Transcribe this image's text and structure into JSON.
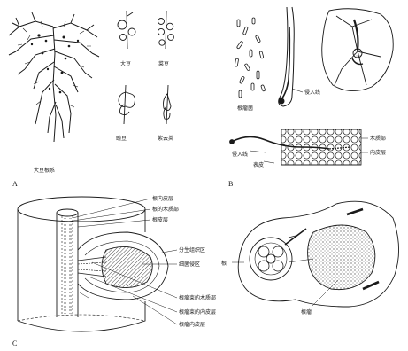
{
  "panels": {
    "A": {
      "letter": "A",
      "labels": {
        "root_system": "大豆根系",
        "soybean": "大豆",
        "pea": "菜豆",
        "lupin": "豌豆",
        "clover": "紫云英"
      }
    },
    "B": {
      "letter": "B",
      "labels": {
        "rhizobia": "根瘤菌",
        "infection_thread_top": "侵入线",
        "infection_thread_bottom": "侵入线",
        "xylem": "木质部",
        "endodermis": "内皮层",
        "epidermis": "表皮"
      }
    },
    "C": {
      "letter": "C",
      "labels": {
        "root_endodermis": "根内皮层",
        "root_xylem": "根的木质部",
        "root_cortex": "根皮层",
        "meristem": "分生组织区",
        "bacteroid_zone": "细菌侵区",
        "nodule_xylem": "根瘤束的木质部",
        "nodule_endodermis": "根瘤束的内皮层",
        "nodule_cortex": "根瘤内皮层",
        "root": "根",
        "nodule": "根瘤"
      }
    }
  },
  "colors": {
    "ink": "#1a1a1a",
    "hatch": "#555555",
    "paper": "#ffffff"
  }
}
